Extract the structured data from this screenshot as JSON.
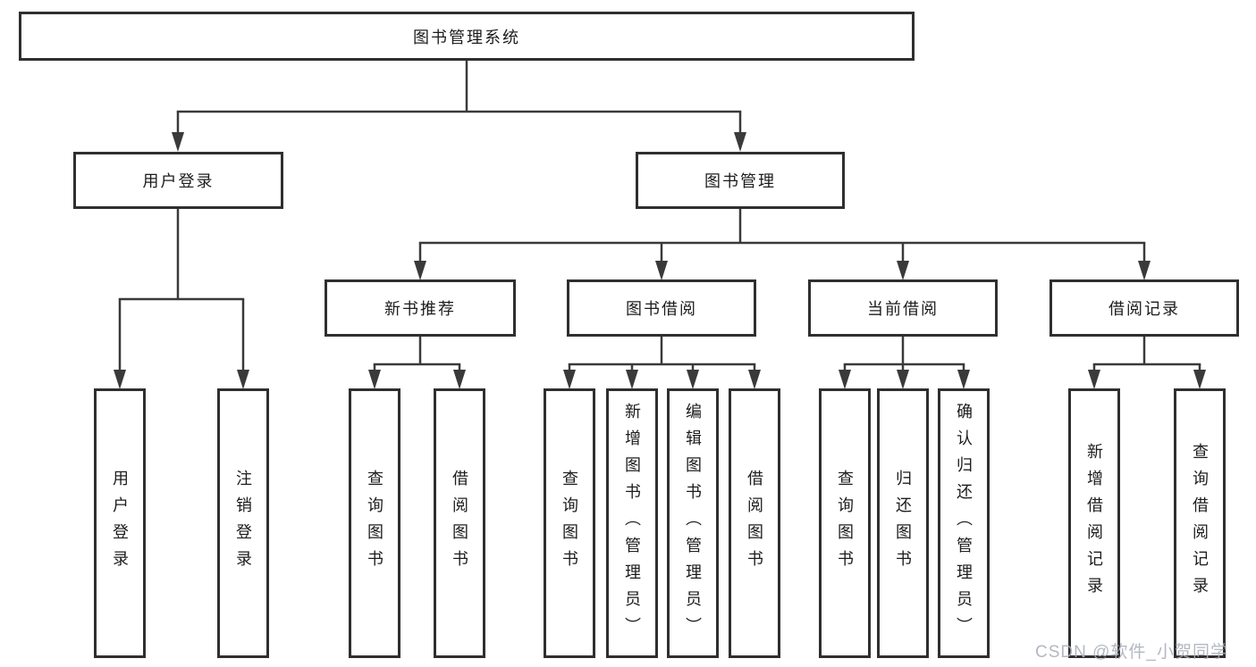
{
  "watermark": {
    "text": "CSDN @软件_小贺同学"
  },
  "colors": {
    "line": "#3a3a3a",
    "box_border": "#2f2f2f",
    "text": "#1c1c1c",
    "watermark_text": "#abb0ba",
    "background": "#ffffff"
  },
  "tree": {
    "root": "图书管理系统",
    "branches": [
      {
        "label": "用户登录",
        "leaves": [
          "用户登录",
          "注销登录"
        ]
      },
      {
        "label": "图书管理",
        "children": [
          {
            "label": "新书推荐",
            "leaves": [
              "查询图书",
              "借阅图书"
            ]
          },
          {
            "label": "图书借阅",
            "leaves": [
              "查询图书",
              "新增图书（管理员）",
              "编辑图书（管理员）",
              "借阅图书"
            ]
          },
          {
            "label": "当前借阅",
            "leaves": [
              "查询图书",
              "归还图书",
              "确认归还（管理员）"
            ]
          },
          {
            "label": "借阅记录",
            "leaves": [
              "新增借阅记录",
              "查询借阅记录"
            ]
          }
        ]
      }
    ]
  }
}
